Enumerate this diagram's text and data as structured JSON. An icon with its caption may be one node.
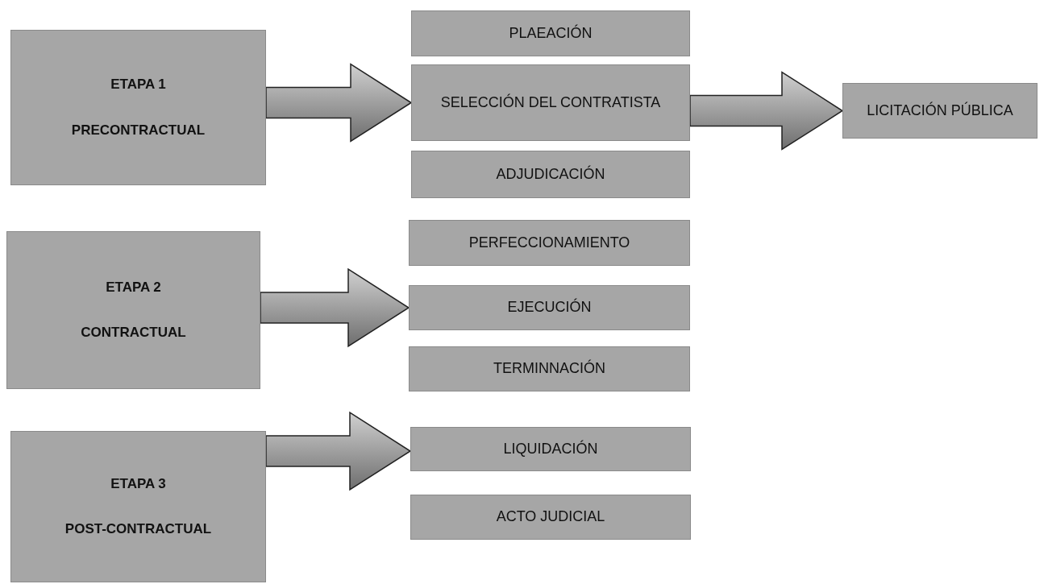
{
  "diagram": {
    "nodes": [
      {
        "text": [
          "ETAPA 1",
          "PRECONTRACTUAL"
        ]
      },
      {
        "text": [
          "PLAEACIÓN"
        ]
      },
      {
        "text": [
          "SELECCIÓN DEL CONTRATISTA"
        ]
      },
      {
        "text": [
          "ADJUDICACIÓN"
        ]
      },
      {
        "text": [
          "LICITACIÓN PÚBLICA"
        ]
      },
      {
        "text": [
          "ETAPA 2",
          "CONTRACTUAL"
        ]
      },
      {
        "text": [
          "PERFECCIONAMIENTO"
        ]
      },
      {
        "text": [
          "EJECUCIÓN"
        ]
      },
      {
        "text": [
          "TERMINNACIÓN"
        ]
      },
      {
        "text": [
          "ETAPA 3",
          "POST-CONTRACTUAL"
        ]
      },
      {
        "text": [
          "LIQUIDACIÓN"
        ]
      },
      {
        "text": [
          "ACTO JUDICIAL"
        ]
      }
    ],
    "edges": [
      {
        "from": 0,
        "to": 2,
        "arrow": "to"
      },
      {
        "from": 2,
        "to": 4,
        "arrow": "to"
      },
      {
        "from": 5,
        "to": 7,
        "arrow": "to"
      },
      {
        "from": 9,
        "to": 10,
        "arrow": "to"
      }
    ]
  }
}
